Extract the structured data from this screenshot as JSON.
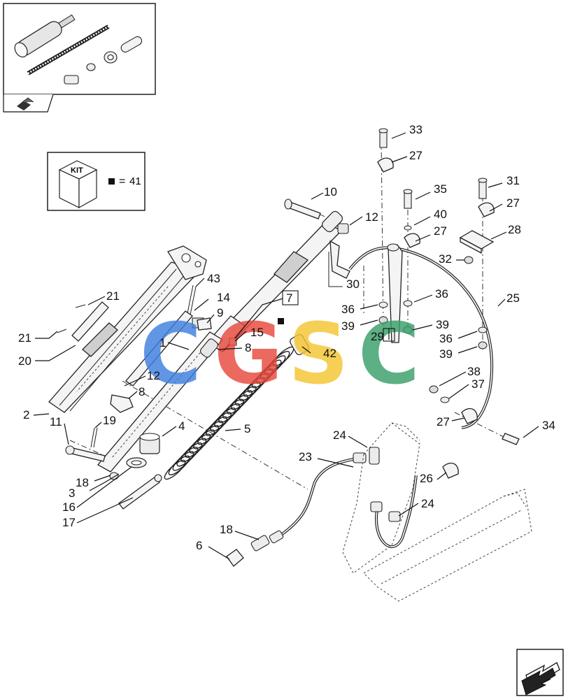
{
  "kit_box": {
    "label": "KIT",
    "equals": "=",
    "number": "41"
  },
  "watermark": [
    "C",
    "G",
    "S",
    "C"
  ],
  "colors": {
    "wm_c1": "#3f7fe0",
    "wm_g": "#e8493e",
    "wm_s": "#f4c531",
    "wm_c2": "#3a9e6a"
  },
  "icons": [
    "parts-kit-thumbnail",
    "next-page-arrow-icon"
  ],
  "callouts": {
    "c1": "1",
    "c2": "2",
    "c3": "3",
    "c4": "4",
    "c5": "5",
    "c6": "6",
    "c7": "7",
    "c8a": "8",
    "c8b": "8",
    "c9": "9",
    "c10": "10",
    "c11": "11",
    "c12a": "12",
    "c12b": "12",
    "c14": "14",
    "c15": "15",
    "c16": "16",
    "c17": "17",
    "c18a": "18",
    "c18b": "18",
    "c19": "19",
    "c20": "20",
    "c21a": "21",
    "c21b": "21",
    "c23": "23",
    "c24a": "24",
    "c24b": "24",
    "c25": "25",
    "c26": "26",
    "c27a": "27",
    "c27b": "27",
    "c27c": "27",
    "c27d": "27",
    "c28": "28",
    "c29": "29",
    "c30": "30",
    "c31": "31",
    "c32": "32",
    "c33": "33",
    "c34": "34",
    "c35": "35",
    "c36a": "36",
    "c36b": "36",
    "c36c": "36",
    "c37": "37",
    "c38": "38",
    "c39a": "39",
    "c39b": "39",
    "c39c": "39",
    "c40": "40",
    "c42": "42",
    "c43": "43"
  }
}
